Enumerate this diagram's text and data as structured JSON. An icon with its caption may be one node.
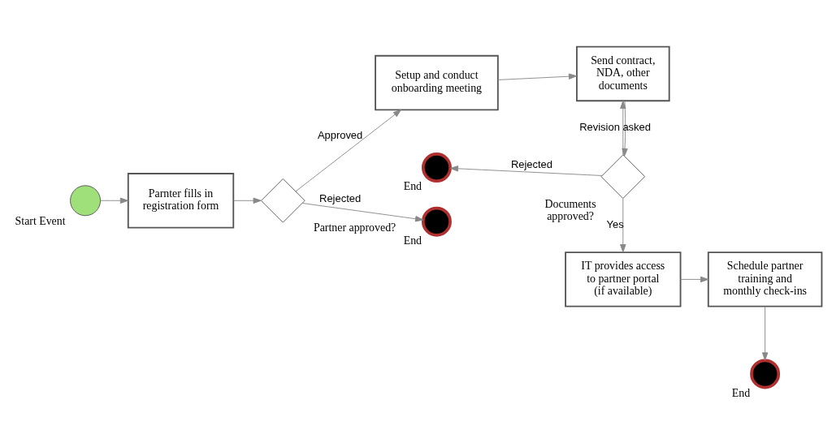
{
  "diagram": {
    "nodes": [
      {
        "text": [
          "Start Event"
        ]
      },
      {
        "text": [
          "Parnter fills in registration form"
        ]
      },
      {
        "text": [
          "Partner approved?"
        ]
      },
      {
        "text": [
          "Setup and conduct onboarding meeting"
        ]
      },
      {
        "text": [
          "Send contract, NDA, other documents"
        ]
      },
      {
        "text": [
          "End"
        ]
      },
      {
        "text": [
          "Documents approved?"
        ]
      },
      {
        "text": [
          "End"
        ]
      },
      {
        "text": [
          "End"
        ]
      },
      {
        "text": [
          "IT provides access to partner portal (if available)"
        ]
      },
      {
        "text": [
          "Schedule partner training and monthly check-ins"
        ]
      }
    ],
    "edges": [
      {
        "from": 0,
        "to": 1,
        "arrow": "to"
      },
      {
        "from": 1,
        "to": 2,
        "arrow": "to"
      },
      {
        "from": 2,
        "to": 3,
        "arrow": "to",
        "label": "Approved"
      },
      {
        "from": 2,
        "to": 8,
        "arrow": "to",
        "label": "Rejected"
      },
      {
        "from": 3,
        "to": 4,
        "arrow": "to"
      },
      {
        "from": 4,
        "to": 6,
        "arrow": "to"
      },
      {
        "from": 6,
        "to": 5,
        "arrow": "to",
        "label": "Rejected"
      },
      {
        "from": 6,
        "to": 4,
        "arrow": "to",
        "label": "Revision asked"
      },
      {
        "from": 6,
        "to": 9,
        "arrow": "to",
        "label": "Yes"
      },
      {
        "from": 9,
        "to": 10,
        "arrow": "to"
      },
      {
        "from": 10,
        "to": 7,
        "arrow": "to"
      }
    ]
  }
}
